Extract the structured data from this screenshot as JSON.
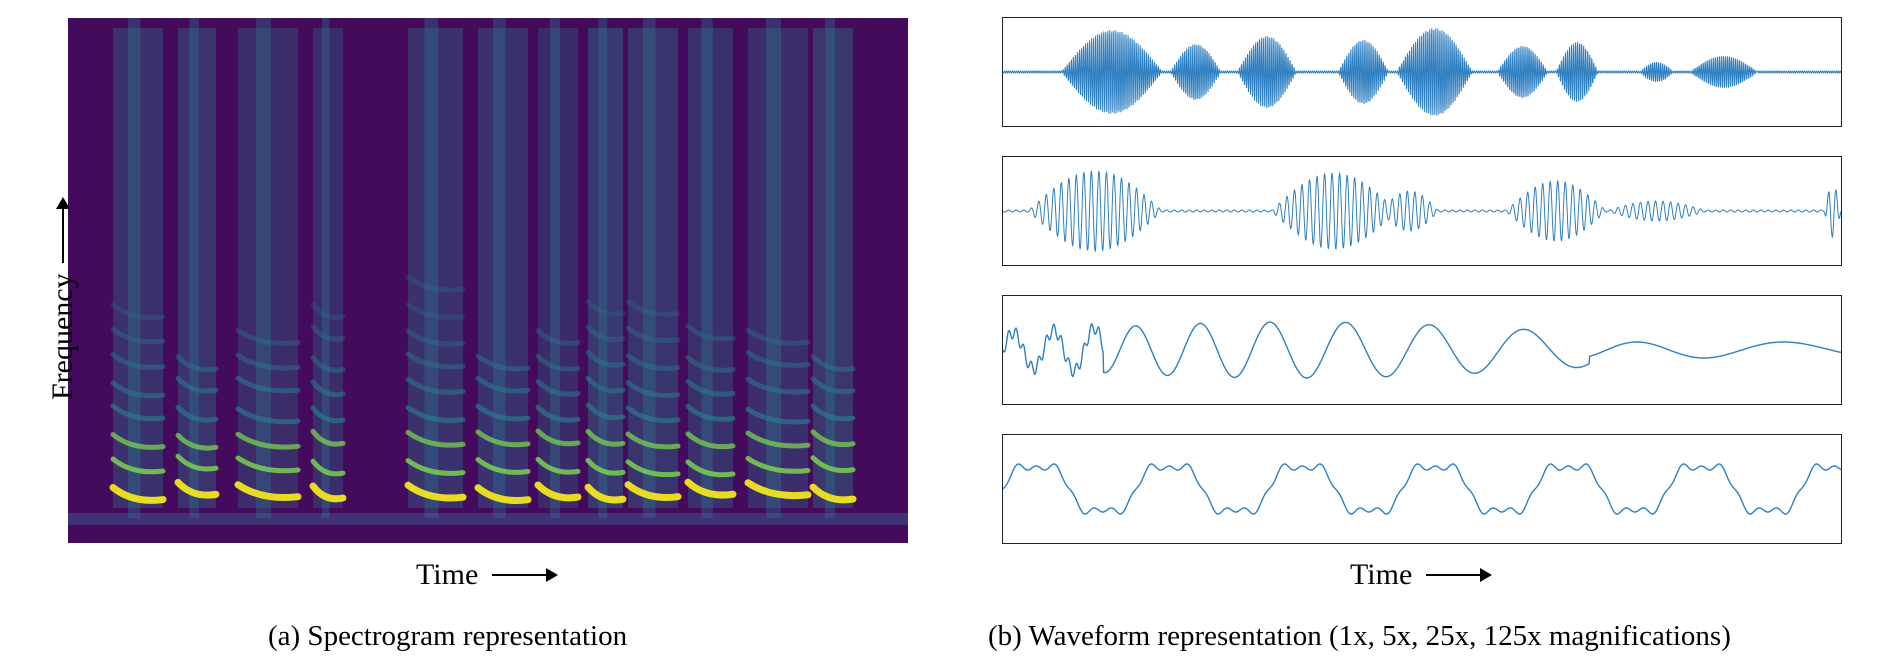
{
  "figure": {
    "spectrogram": {
      "ylabel": "Frequency",
      "xlabel": "Time",
      "caption": "(a) Spectrogram representation",
      "colors": {
        "background": "#440a5c",
        "mid": "#2a7c8e",
        "high": "#7ad151",
        "peak": "#f2e51d"
      }
    },
    "waveform": {
      "xlabel": "Time",
      "caption": "(b) Waveform representation (1x, 5x, 25x, 125x magnifications)",
      "line_color": "#2f7fc1",
      "panels": [
        {
          "magnification": "1x"
        },
        {
          "magnification": "5x"
        },
        {
          "magnification": "25x"
        },
        {
          "magnification": "125x"
        }
      ]
    }
  }
}
